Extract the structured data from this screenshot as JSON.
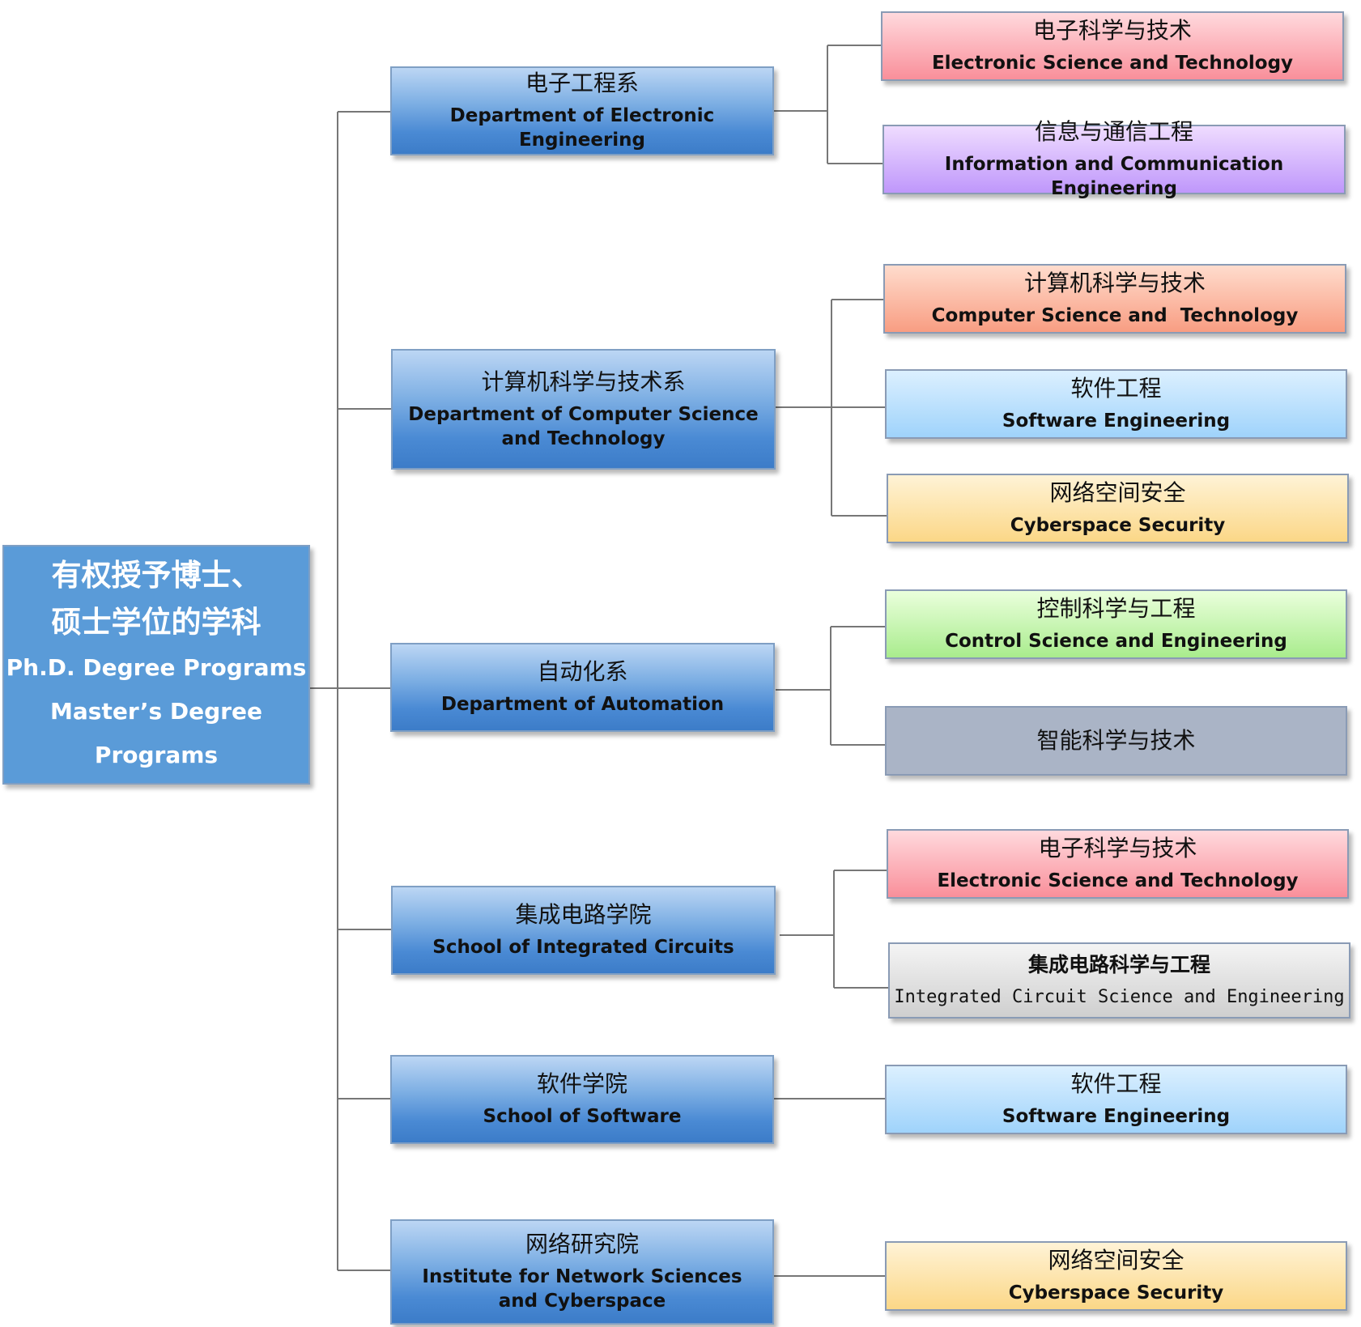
{
  "root": {
    "zh_line1": "有权授予博士、",
    "zh_line2": "硕士学位的学科",
    "en_line1": "Ph.D. Degree Programs",
    "en_line2": "Master’s Degree Programs",
    "color": "#5a9bd8"
  },
  "departments": [
    {
      "zh": "电子工程系",
      "en": "Department of Electronic Engineering",
      "programs": [
        {
          "zh": "电子科学与技术",
          "en": "Electronic Science and Technology",
          "color": "pink"
        },
        {
          "zh": "信息与通信工程",
          "en": "Information and Communication Engineering",
          "color": "purple"
        }
      ]
    },
    {
      "zh": "计算机科学与技术系",
      "en": "Department of Computer Science and Technology",
      "programs": [
        {
          "zh": "计算机科学与技术",
          "en": "Computer Science and  Technology",
          "color": "salmon"
        },
        {
          "zh": "软件工程",
          "en": "Software Engineering",
          "color": "sky"
        },
        {
          "zh": "网络空间安全",
          "en": "Cyberspace Security",
          "color": "yellow"
        }
      ]
    },
    {
      "zh": "自动化系",
      "en": "Department of Automation",
      "programs": [
        {
          "zh": "控制科学与工程",
          "en": "Control Science and Engineering",
          "color": "green"
        },
        {
          "zh": "智能科学与技术",
          "en": "",
          "color": "gray"
        }
      ]
    },
    {
      "zh": "集成电路学院",
      "en": "School of Integrated Circuits",
      "programs": [
        {
          "zh": "电子科学与技术",
          "en": "Electronic Science and Technology",
          "color": "pink"
        },
        {
          "zh": "集成电路科学与工程",
          "en": "Integrated Circuit Science and Engineering",
          "color": "silver"
        }
      ]
    },
    {
      "zh": "软件学院",
      "en": "School of Software",
      "programs": [
        {
          "zh": "软件工程",
          "en": "Software Engineering",
          "color": "sky"
        }
      ]
    },
    {
      "zh": "网络研究院",
      "en": "Institute for Network Sciences and Cyberspace",
      "programs": [
        {
          "zh": "网络空间安全",
          "en": "Cyberspace Security",
          "color": "yellow"
        }
      ]
    }
  ],
  "colors": {
    "line": "#777777",
    "pink": "#f98f9a",
    "purple": "#bf97fb",
    "salmon": "#f89d82",
    "sky": "#9fd3fb",
    "yellow": "#fbd787",
    "green": "#a9ec8d",
    "gray": "#aab4c6",
    "silver": "#cfcfcf"
  }
}
